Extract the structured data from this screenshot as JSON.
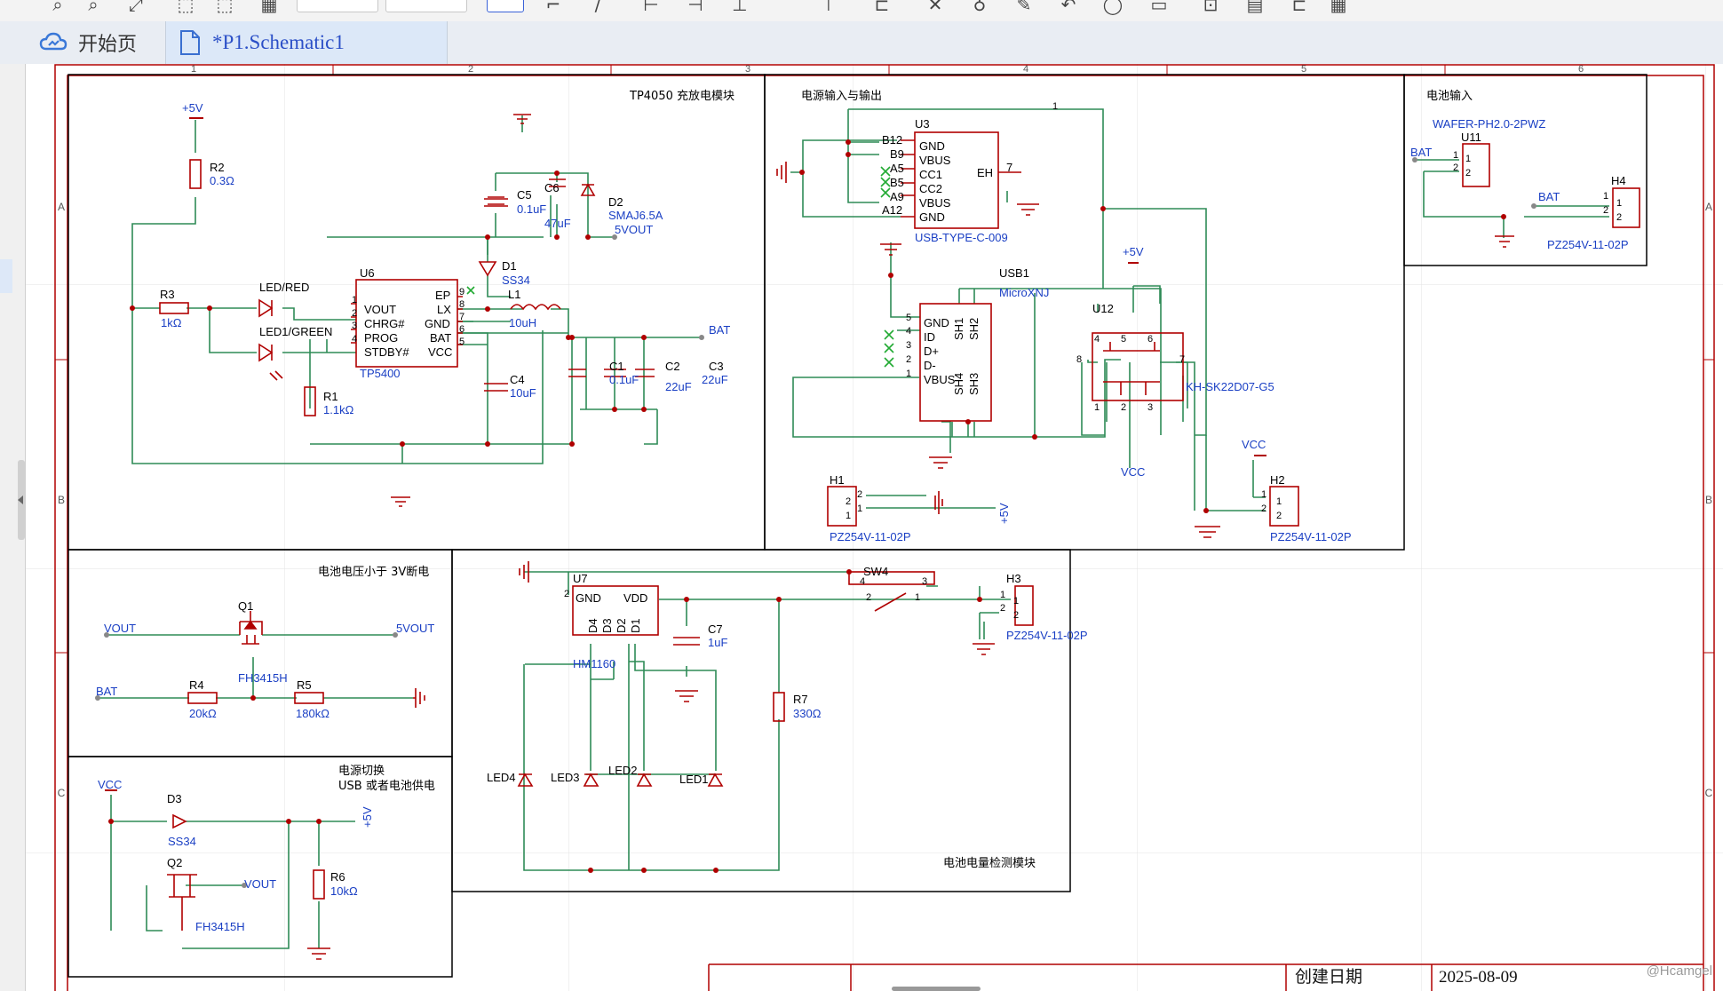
{
  "tabs": {
    "home": "开始页",
    "schematic": "*P1.Schematic1"
  },
  "frame": {
    "col_labels": [
      "1",
      "2",
      "3",
      "4",
      "5",
      "6"
    ],
    "row_labels": [
      "A",
      "B",
      "C"
    ]
  },
  "title_block": {
    "created_label": "创建日期",
    "created_value": "2025-08-09"
  },
  "watermark": "@Hcamgel",
  "colors": {
    "wire": "#2e8b57",
    "part": "#b00000",
    "blue": "#1a3fc4",
    "frame": "#b00000",
    "text": "#000000"
  },
  "sections": {
    "charge": "TP4050 充放电模块",
    "power_io": "电源输入与输出",
    "battery_in": "电池输入",
    "cutoff": "电池电压小于 3V断电",
    "switch_l1": "电源切换",
    "switch_l2": "USB 或者电池供电",
    "level": "电池电量检测模块"
  },
  "labels": {
    "p5v": "+5V",
    "r2": "R2",
    "r2v": "0.3Ω",
    "c5": "C5",
    "c5v": "0.1uF",
    "c6": "C6",
    "c6v": "47uF",
    "d2": "D2",
    "d2v": "SMAJ6.5A",
    "vout5": "5VOUT",
    "d1": "D1",
    "d1v": "SS34",
    "l1": "L1",
    "l1v": "10uH",
    "led_red": "LED/RED",
    "led1_green": "LED1/GREEN",
    "r3": "R3",
    "r3v": "1kΩ",
    "r1": "R1",
    "r1v": "1.1kΩ",
    "u6": "U6",
    "u6v": "TP5400",
    "vout": "VOUT",
    "chrg": "CHRG#",
    "prog": "PROG",
    "stdby": "STDBY#",
    "ep": "EP",
    "lx": "LX",
    "gnd": "GND",
    "bat_pin": "BAT",
    "vcc_pin": "VCC",
    "c4": "C4",
    "c4v": "10uF",
    "c1": "C1",
    "c1v": "0.1uF",
    "c2": "C2",
    "c2v": "22uF",
    "c3": "C3",
    "c3v": "22uF",
    "bat": "BAT",
    "u3": "U3",
    "u3v": "USB-TYPE-C-009",
    "b12": "B12",
    "b9": "B9",
    "a5": "A5",
    "b5": "B5",
    "a9": "A9",
    "a12": "A12",
    "vbus": "VBUS",
    "cc1": "CC1",
    "cc2": "CC2",
    "eh": "EH",
    "n7": "7",
    "usb1": "USB1",
    "usb1v": "MicroXNJ",
    "id": "ID",
    "dp": "D+",
    "dm": "D-",
    "sh1": "SH1",
    "sh2": "SH2",
    "sh3": "SH3",
    "sh4": "SH4",
    "u12": "U12",
    "u12v": "KH-SK22D07-G5",
    "vcc": "VCC",
    "h1": "H1",
    "h2": "H2",
    "h3": "H3",
    "h4": "H4",
    "pz": "PZ254V-11-02P",
    "u11": "U11",
    "wafer": "WAFER-PH2.0-2PWZ",
    "q1": "Q1",
    "q1v": "FH3415H",
    "r4": "R4",
    "r4v": "20kΩ",
    "r5": "R5",
    "r5v": "180kΩ",
    "u7": "U7",
    "u7v": "HM1160",
    "vdd": "VDD",
    "sw4": "SW4",
    "c7": "C7",
    "c7v": "1uF",
    "r7": "R7",
    "r7v": "330Ω",
    "led1": "LED1",
    "led2": "LED2",
    "led3": "LED3",
    "led4": "LED4",
    "d3": "D3",
    "d3v": "SS34",
    "q2": "Q2",
    "q2v": "FH3415H",
    "r6": "R6",
    "r6v": "10kΩ",
    "d4": "D4",
    "d3p": "D3",
    "d2p": "D2",
    "d1p": "D1",
    "n1": "1",
    "n2": "2",
    "n3": "3",
    "n4": "4",
    "n5": "5",
    "n6": "6",
    "n8": "8",
    "n9": "9"
  }
}
